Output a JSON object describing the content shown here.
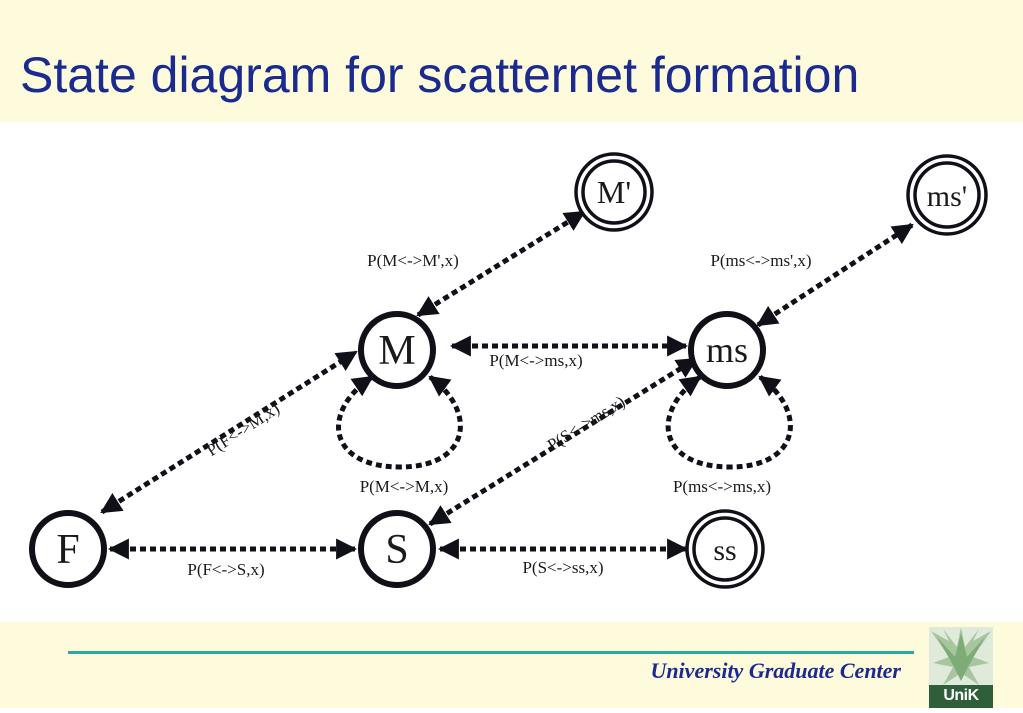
{
  "slide": {
    "title": "State diagram for scatternet formation"
  },
  "diagram": {
    "nodes": [
      {
        "id": "F",
        "label": "F",
        "accepting": false
      },
      {
        "id": "S",
        "label": "S",
        "accepting": false
      },
      {
        "id": "M",
        "label": "M",
        "accepting": false
      },
      {
        "id": "ms",
        "label": "ms",
        "accepting": false
      },
      {
        "id": "Mp",
        "label": "M'",
        "accepting": true
      },
      {
        "id": "msp",
        "label": "ms'",
        "accepting": true
      },
      {
        "id": "ss",
        "label": "ss",
        "accepting": true
      }
    ],
    "edges": [
      {
        "from": "F",
        "to": "S",
        "label": "P(F<->S,x)",
        "bidirectional": true
      },
      {
        "from": "F",
        "to": "M",
        "label": "P(F<->M,x)",
        "bidirectional": true
      },
      {
        "from": "M",
        "to": "Mp",
        "label": "P(M<->M',x)",
        "bidirectional": true
      },
      {
        "from": "M",
        "to": "ms",
        "label": "P(M<->ms,x)",
        "bidirectional": true
      },
      {
        "from": "S",
        "to": "ms",
        "label": "P(S<->ms,x)",
        "bidirectional": true
      },
      {
        "from": "S",
        "to": "ss",
        "label": "P(S<->ss,x)",
        "bidirectional": true
      },
      {
        "from": "ms",
        "to": "msp",
        "label": "P(ms<->ms',x)",
        "bidirectional": true
      },
      {
        "from": "M",
        "to": "M",
        "label": "P(M<->M,x)",
        "self_loop": true
      },
      {
        "from": "ms",
        "to": "ms",
        "label": "P(ms<->ms,x)",
        "self_loop": true
      }
    ]
  },
  "footer": {
    "organization": "University Graduate Center",
    "logo_text": "UniK"
  },
  "colors": {
    "band": "#fefbdc",
    "title": "#1a2a8f",
    "rule": "#2fa8a1",
    "ink": "#101018"
  }
}
